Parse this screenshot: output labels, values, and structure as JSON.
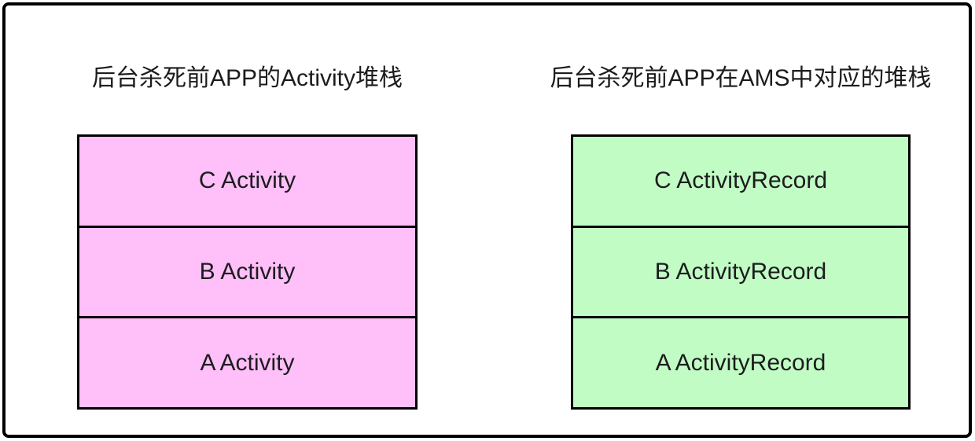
{
  "diagram": {
    "background": "#ffffff",
    "border_color": "#000000",
    "text_color": "#1c1c1e",
    "left_stack": {
      "title": "后台杀死前APP的Activity堆栈",
      "fill": "#ffbff8",
      "items": [
        "C Activity",
        "B Activity",
        "A Activity"
      ]
    },
    "right_stack": {
      "title": "后台杀死前APP在AMS中对应的堆栈",
      "fill": "#c1fcc4",
      "items": [
        "C ActivityRecord",
        "B ActivityRecord",
        "A ActivityRecord"
      ]
    }
  }
}
